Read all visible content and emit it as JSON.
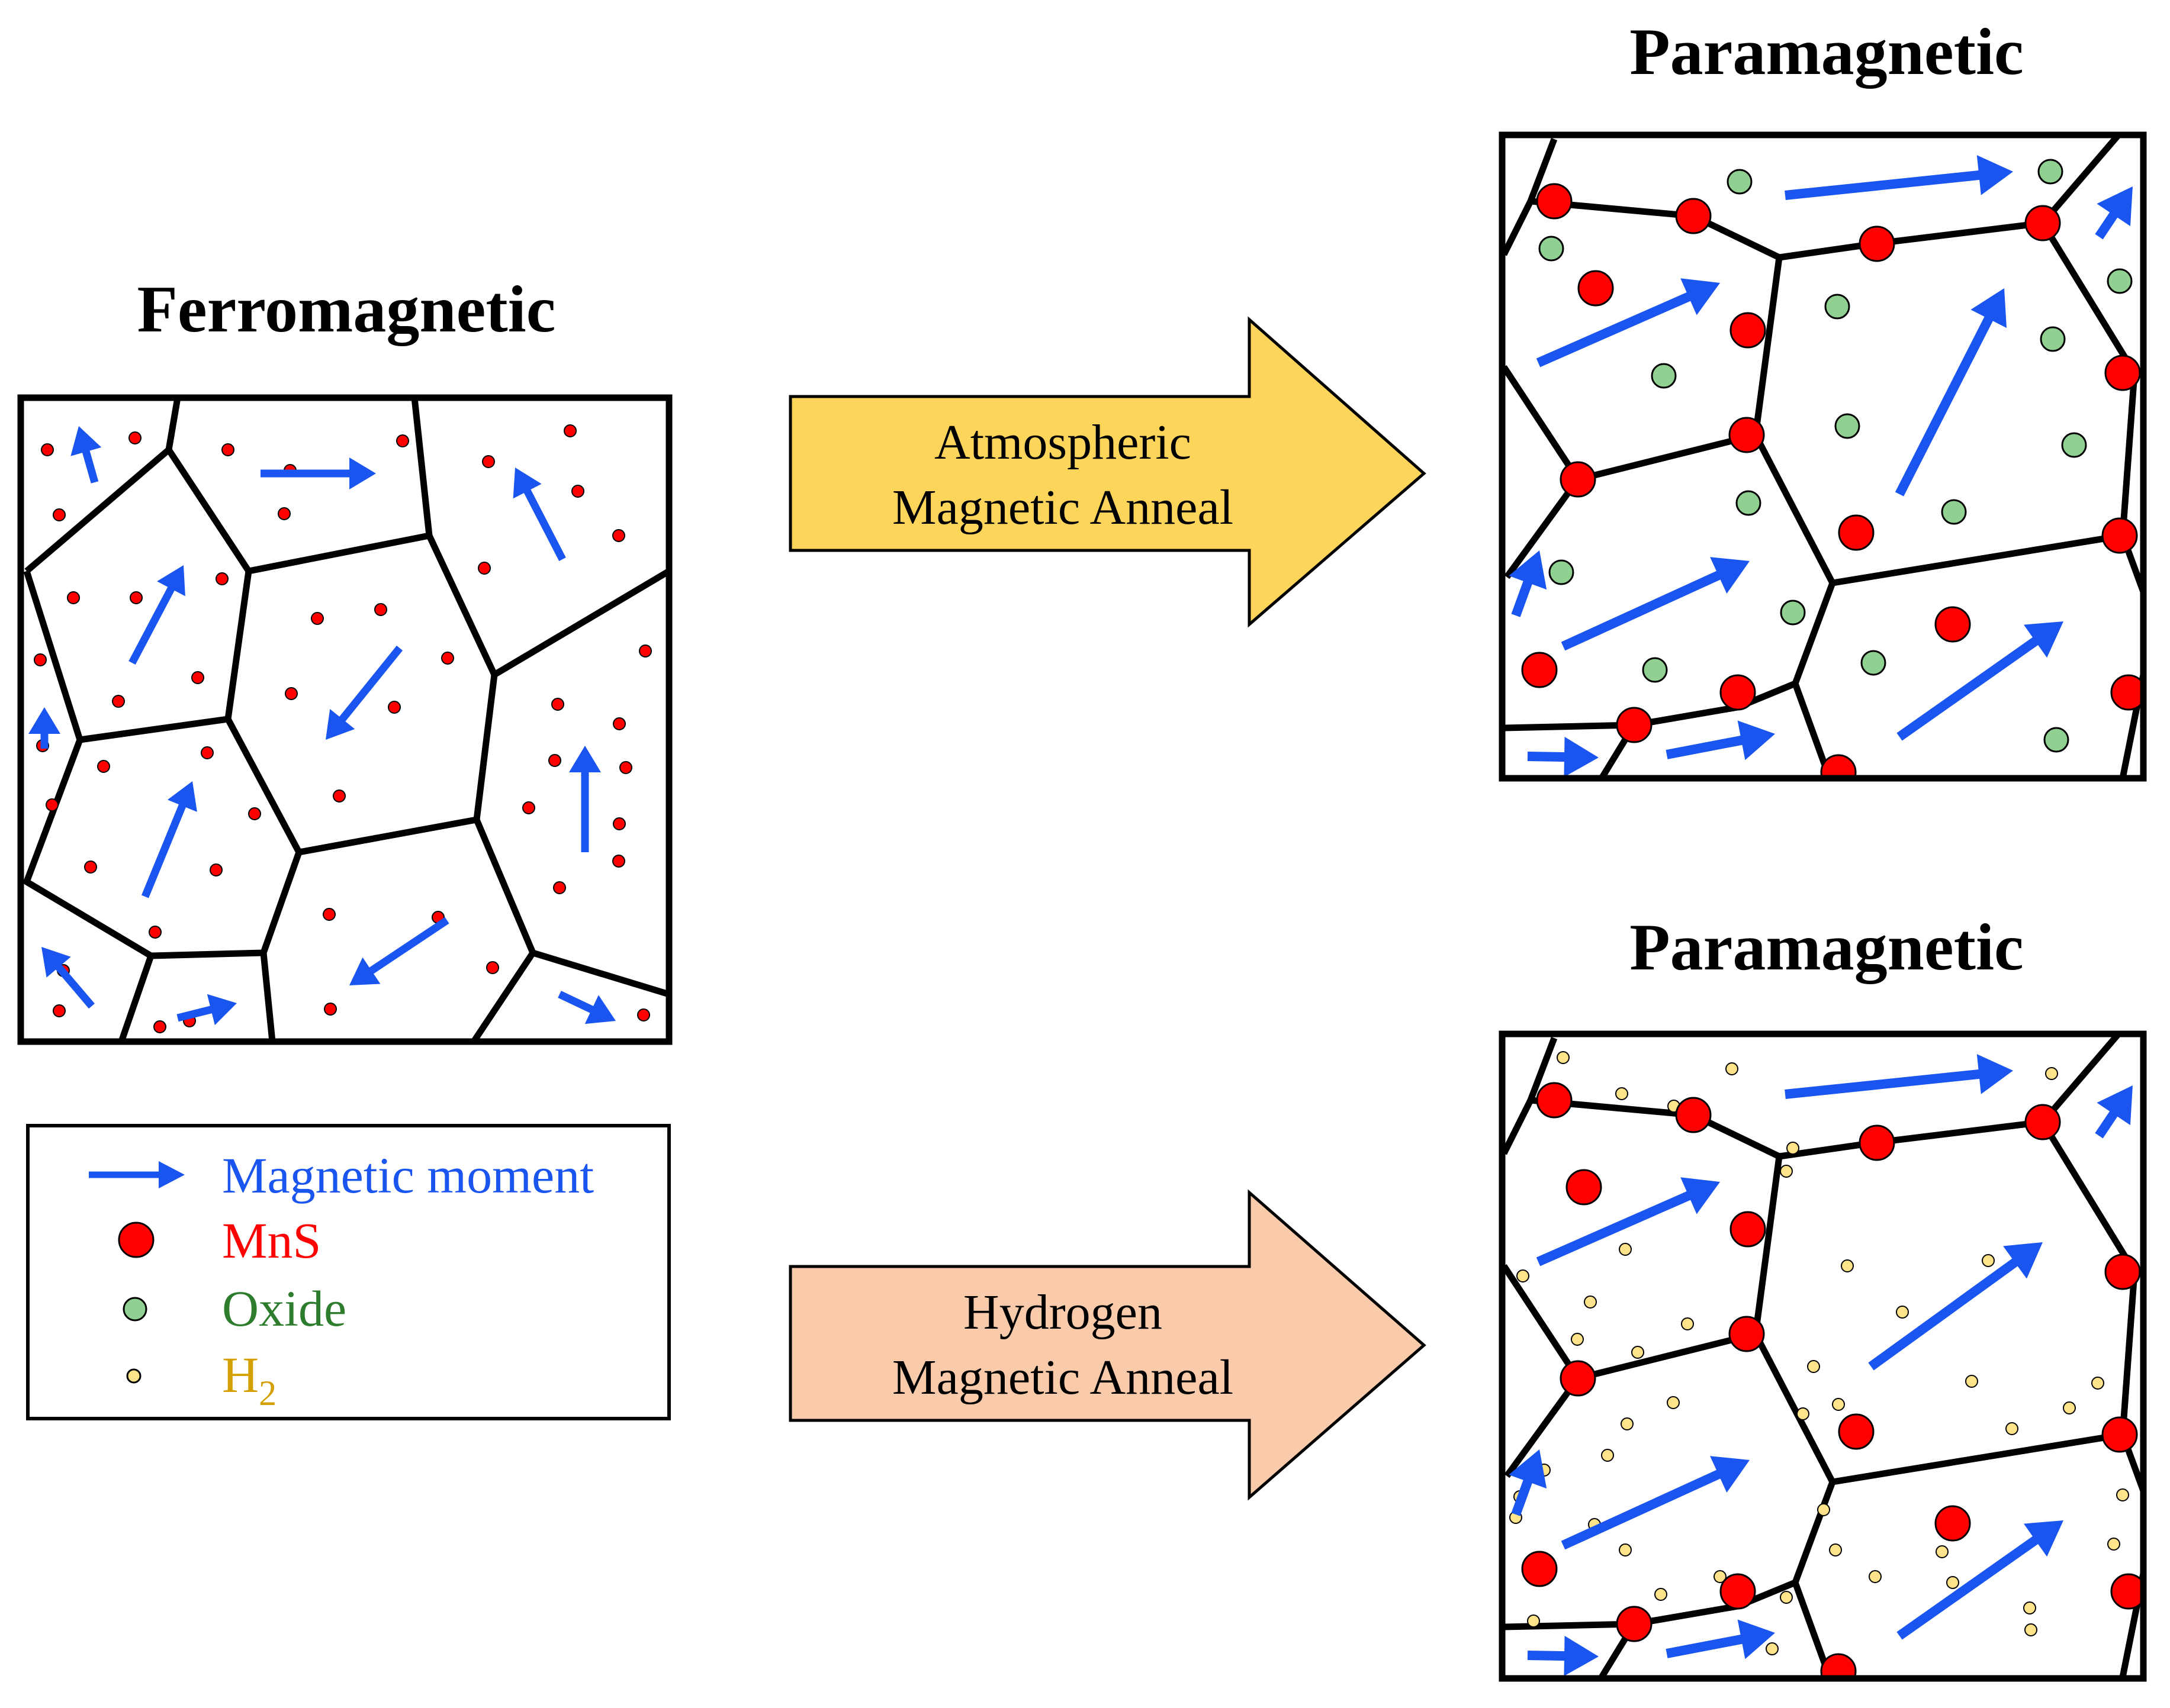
{
  "panels": {
    "ferro": {
      "title": "Ferromagnetic"
    },
    "para_top": {
      "title": "Paramagnetic"
    },
    "para_bottom": {
      "title": "Paramagnetic"
    }
  },
  "process_arrows": {
    "atmospheric": {
      "line1": "Atmospheric",
      "line2": "Magnetic Anneal",
      "fill": "#FCD55A"
    },
    "hydrogen": {
      "line1": "Hydrogen",
      "line2": "Magnetic Anneal",
      "fill": "#F9CBAA"
    }
  },
  "legend": {
    "moment": {
      "label": "Magnetic moment",
      "color": "#1A55F0"
    },
    "mns": {
      "label": "MnS",
      "color": "#FF0000"
    },
    "oxide": {
      "label": "Oxide",
      "color": "#2E7D2E"
    },
    "h2": {
      "label_main": "H",
      "label_sub": "2",
      "color": "#D4A000"
    }
  },
  "colors": {
    "moment": "#1A55F0",
    "mns": "#FF0000",
    "oxide_fill": "#90D090",
    "h2_fill": "#FFE38A",
    "grain_boundary": "#000000"
  },
  "icons": [
    "arrow-right-icon"
  ]
}
